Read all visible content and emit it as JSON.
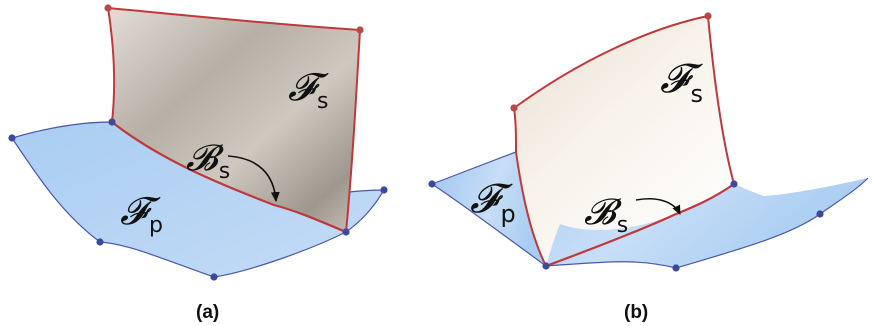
{
  "panel_a": {
    "caption": "(a)",
    "label_fs": "𝓕",
    "label_fs_sub": "s",
    "label_bs": "𝓑",
    "label_bs_sub": "s",
    "label_fp": "𝓕",
    "label_fp_sub": "p"
  },
  "panel_b": {
    "caption": "(b)",
    "label_fs": "𝓕",
    "label_fs_sub": "s",
    "label_bs": "𝓑",
    "label_bs_sub": "s",
    "label_fp": "𝓕",
    "label_fp_sub": "p"
  },
  "colors": {
    "planar_surface": "#b8d7f5",
    "planar_edge": "#4a58a8",
    "vertex": "#3b4a9c",
    "side_surface_a": "#bdb6ae",
    "side_surface_b": "#f2ece2",
    "side_edge": "#c0383c",
    "side_vertex": "#b9484a"
  }
}
